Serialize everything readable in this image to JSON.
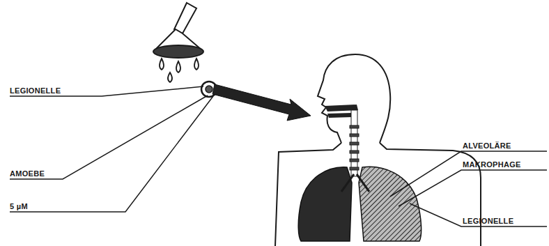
{
  "diagram": {
    "labels": [
      "LEGIONELLE",
      "AMOEBE",
      "5 µM",
      "ALVEOLÄRE",
      "MAKROPHAGE",
      "LEGIONELLE"
    ]
  }
}
